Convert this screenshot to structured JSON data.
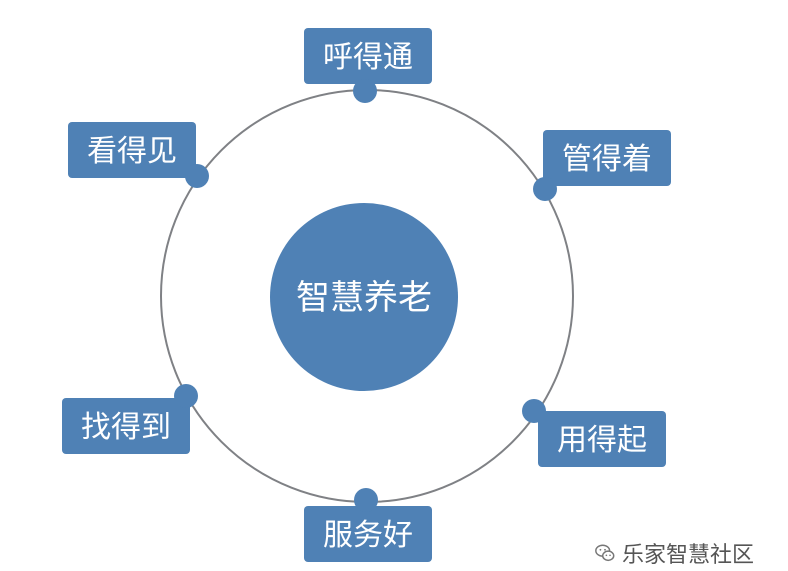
{
  "colors": {
    "box_fill": "#4f81b5",
    "center_fill": "#4f81b5",
    "connector_dot": "#4f81b5",
    "ring_stroke": "#7f8185",
    "label_text": "#ffffff",
    "watermark_text": "#555555"
  },
  "center": {
    "label": "智慧养老"
  },
  "nodes": [
    {
      "id": "top",
      "label": "呼得通"
    },
    {
      "id": "upper-right",
      "label": "管得着"
    },
    {
      "id": "lower-right",
      "label": "用得起"
    },
    {
      "id": "bottom",
      "label": "服务好"
    },
    {
      "id": "lower-left",
      "label": "找得到"
    },
    {
      "id": "upper-left",
      "label": "看得见"
    }
  ],
  "watermark": {
    "icon": "wechat-icon",
    "text": "乐家智慧社区"
  }
}
